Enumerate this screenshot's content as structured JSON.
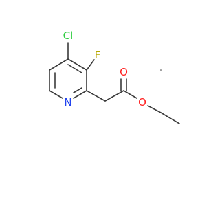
{
  "molecule": {
    "atoms": {
      "chlorine": {
        "label": "Cl",
        "color": "#2ecc40"
      },
      "fluorine": {
        "label": "F",
        "color": "#b8a900"
      },
      "nitrogen": {
        "label": "N",
        "color": "#2244ee"
      },
      "carbonyl_oxygen": {
        "label": "O",
        "color": "#ff2020"
      },
      "ester_oxygen": {
        "label": "O",
        "color": "#ff2020"
      }
    },
    "bond_color": "#3a3a3a"
  }
}
